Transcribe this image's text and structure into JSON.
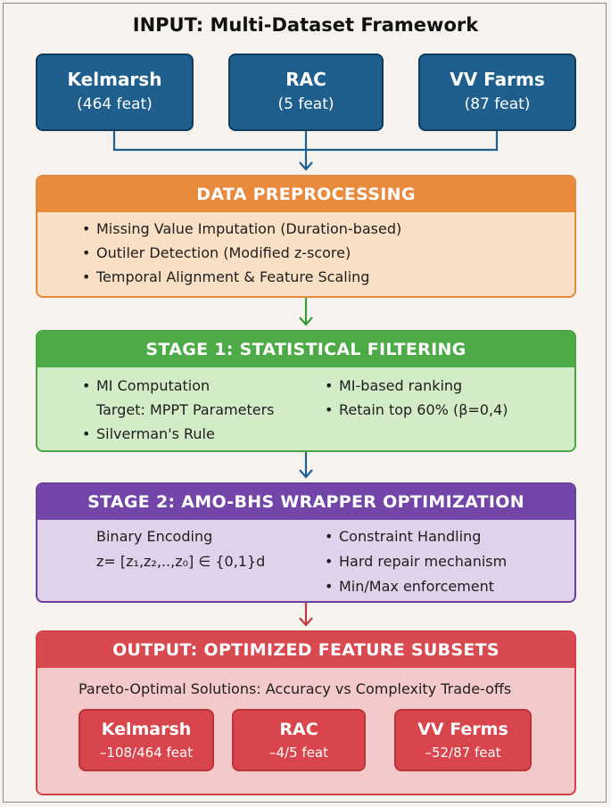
{
  "title": "INPUT: Multi-Dataset Framework",
  "inputs": [
    {
      "name": "Kelmarsh",
      "features": "(464 feat)"
    },
    {
      "name": "RAC",
      "features": "(5 feat)"
    },
    {
      "name": "VV Farms",
      "features": "(87 feat)"
    }
  ],
  "preprocessing": {
    "title": "DATA PREPROCESSING",
    "items": [
      "Missing Value Imputation (Duration-based)",
      "Outiler Detection (Modified z-score)",
      "Temporal Alignment & Feature Scaling"
    ]
  },
  "stage1": {
    "title": "STAGE 1: STATISTICAL FILTERING",
    "left": [
      "MI Computation",
      "Target: MPPT Parameters",
      "Silverman's Rule"
    ],
    "right": [
      "MI-based ranking",
      "Retain top 60% (β=0,4)"
    ]
  },
  "stage2": {
    "title": "STAGE 2: AMO-BHS WRAPPER OPTIMIZATION",
    "left": [
      "Binary Encoding",
      "z= [z₁,z₂,..,z₀] ∈ {0,1}d"
    ],
    "right": [
      "Constraint Handling",
      "Hard repair mechanism",
      "Min/Max enforcement"
    ]
  },
  "output": {
    "title": "OUTPUT: OPTIMIZED FEATURE SUBSETS",
    "subtitle": "Pareto-Optimal Solutions: Accuracy vs Complexity Trade-offs",
    "results": [
      {
        "name": "Kelmarsh",
        "features": "–108/464 feat"
      },
      {
        "name": "RAC",
        "features": "–4/5 feat"
      },
      {
        "name": "VV Ferms",
        "features": "–52/87 feat"
      }
    ]
  },
  "colors": {
    "input": "#1e5f8e",
    "preprocessing": "#ea8a3c",
    "stage1": "#4caa47",
    "stage2": "#7345a8",
    "output": "#d84a4f"
  }
}
